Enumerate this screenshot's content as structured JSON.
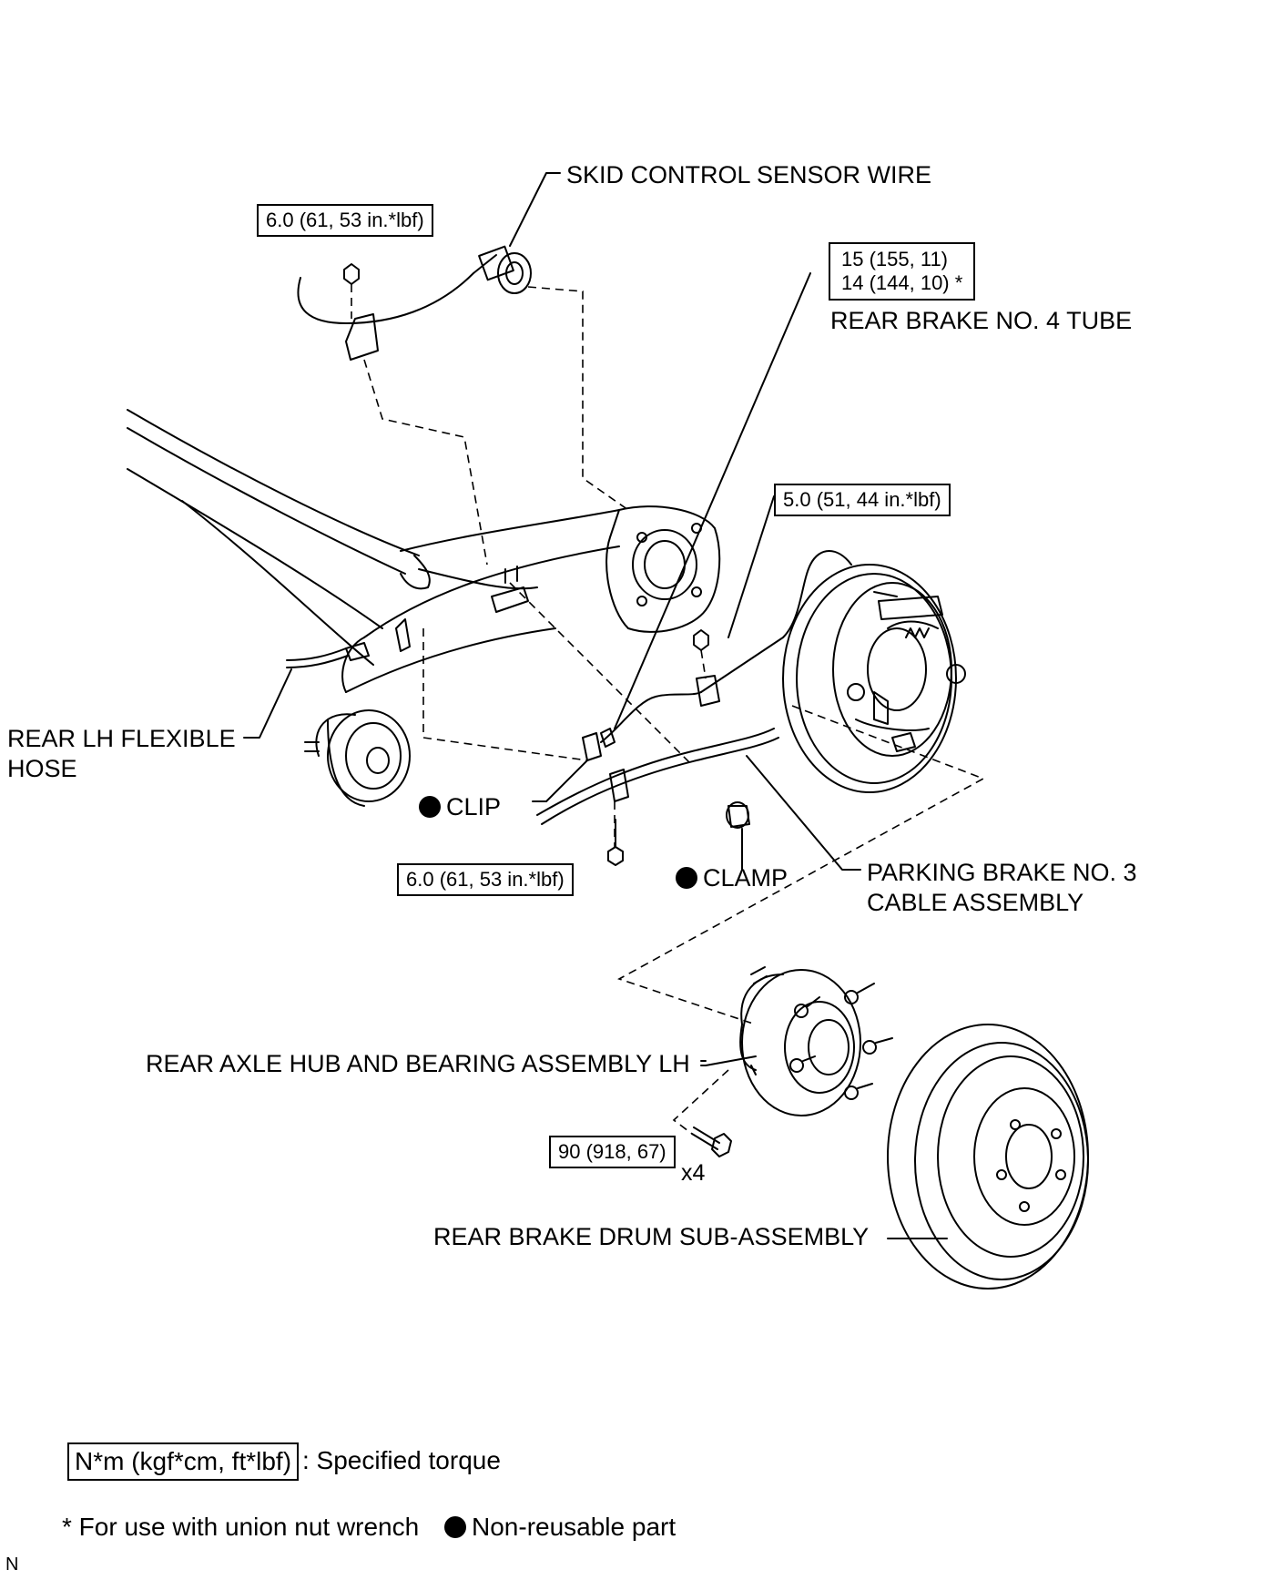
{
  "labels": {
    "skid_control_sensor_wire": "SKID CONTROL SENSOR WIRE",
    "rear_brake_no4_tube": "REAR BRAKE NO. 4 TUBE",
    "rear_lh_flexible_hose_line1": "REAR LH FLEXIBLE",
    "rear_lh_flexible_hose_line2": "HOSE",
    "clip": "CLIP",
    "clamp": "CLAMP",
    "parking_brake_cable_line1": "PARKING BRAKE NO. 3",
    "parking_brake_cable_line2": "CABLE ASSEMBLY",
    "rear_axle_hub": "REAR AXLE HUB AND BEARING ASSEMBLY LH",
    "x4": "x4",
    "rear_brake_drum": "REAR BRAKE DRUM SUB-ASSEMBLY"
  },
  "torques": {
    "sensor_bolt": "6.0 (61, 53 in.*lbf)",
    "tube_line1": "15 (155, 11)",
    "tube_line2": "14 (144, 10) *",
    "hose_bracket_bolt": "5.0 (51, 44 in.*lbf)",
    "cable_bolt": "6.0 (61, 53 in.*lbf)",
    "hub_bolt": "90 (918, 67)"
  },
  "legend": {
    "torque_units": "N*m (kgf*cm, ft*lbf)",
    "torque_desc": ": Specified torque",
    "asterisk_note": "* For use with union nut wrench",
    "nonreusable": "Non-reusable part"
  },
  "corner_mark": "N"
}
